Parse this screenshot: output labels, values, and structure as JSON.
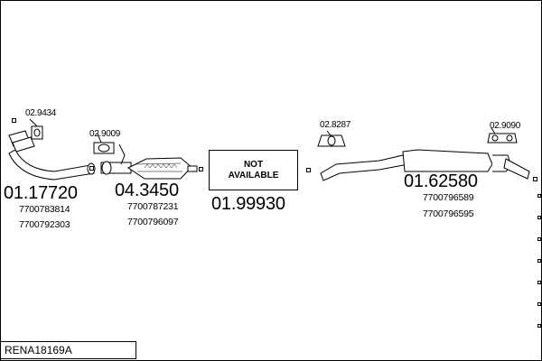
{
  "drawing": {
    "sections": [
      {
        "part_number": "01.17720",
        "oe_numbers": [
          "7700783814",
          "7700792303"
        ],
        "clamp_label": "02.9434"
      },
      {
        "part_number": "04.3450",
        "oe_numbers": [
          "7700787231",
          "7700796097"
        ],
        "clamp_label": "02.9009"
      },
      {
        "part_number": "01.99930",
        "not_available_text": "NOT AVAILABLE"
      },
      {
        "part_number": "01.62580",
        "oe_numbers": [
          "7700796589",
          "7700796595"
        ],
        "clamp_label": "02.8287",
        "hanger_label": "02.9090"
      }
    ],
    "reference": "RENA18169A"
  }
}
